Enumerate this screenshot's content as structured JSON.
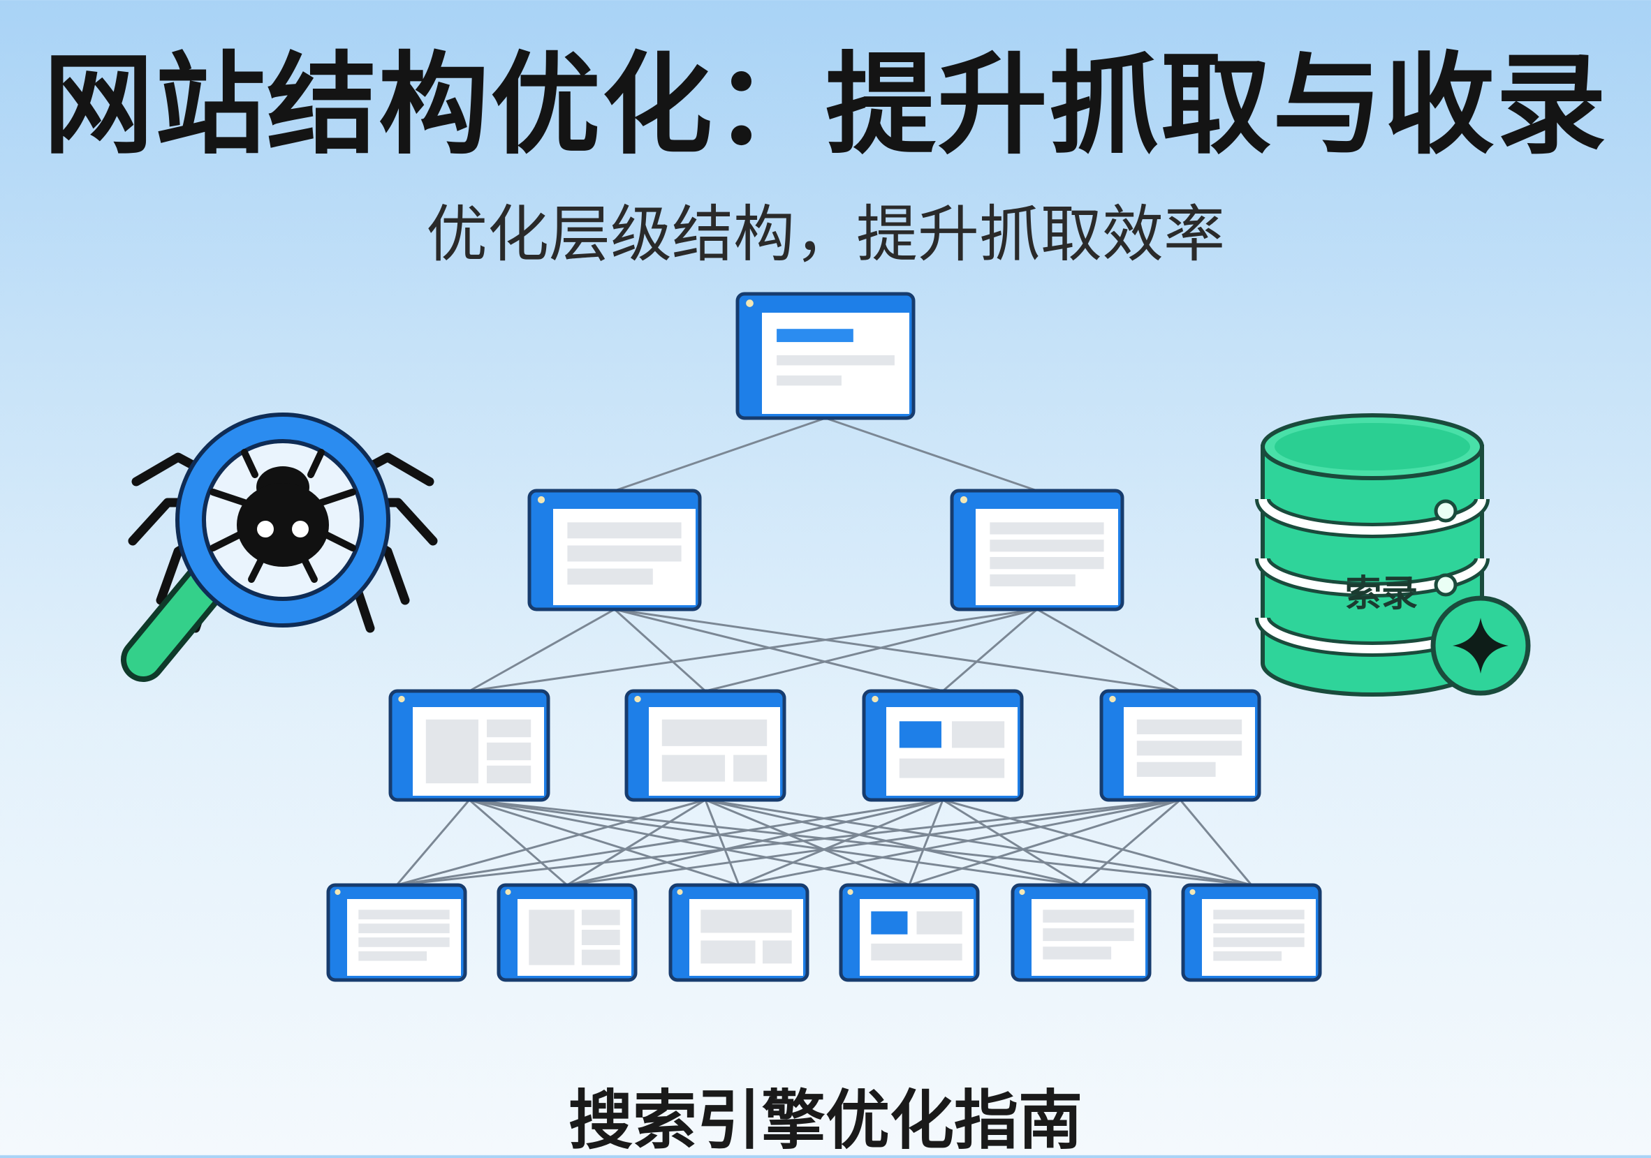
{
  "title": "网站结构优化：提升抓取与收录",
  "subtitle": "优化层级结构，提升抓取效率",
  "footer": "搜索引擎优化指南",
  "database_label": "索录",
  "colors": {
    "page_blue": "#1e7fe8",
    "page_outline": "#173c6e",
    "database_green": "#2fd49a",
    "magnifier_blue": "#2b8cf0",
    "handle_green": "#34d08a",
    "link_gray": "#7b8794"
  },
  "icons": [
    "spider-icon",
    "magnifier-icon",
    "database-icon",
    "sparkle-icon",
    "webpage-icon"
  ],
  "hierarchy": {
    "levels": [
      1,
      2,
      4,
      6
    ]
  }
}
